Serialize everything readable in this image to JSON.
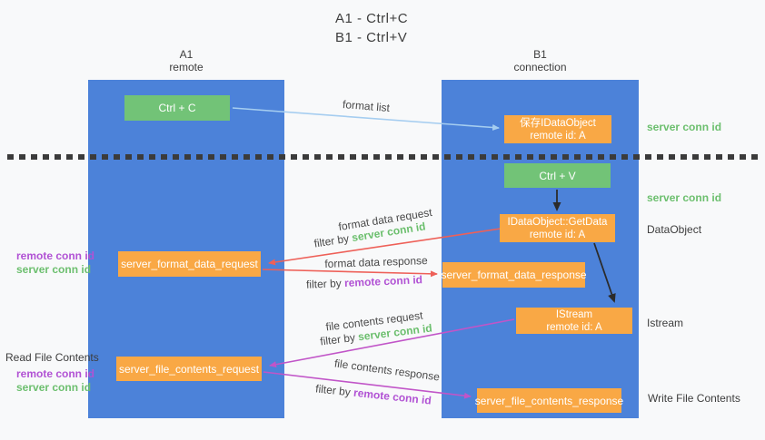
{
  "title": {
    "line1": "A1 - Ctrl+C",
    "line2": "B1 - Ctrl+V"
  },
  "columns": {
    "left": {
      "name": "A1",
      "subtitle": "remote"
    },
    "right": {
      "name": "B1",
      "subtitle": "connection"
    }
  },
  "nodes": {
    "ctrl_c": "Ctrl + C",
    "save_idataobject": {
      "line1": "保存IDataObject",
      "line2": "remote id: A"
    },
    "ctrl_v": "Ctrl + V",
    "getdata": {
      "line1": "IDataObject::GetData",
      "line2": "remote id: A"
    },
    "format_request": "server_format_data_request",
    "format_response": "server_format_data_response",
    "istream": {
      "line1": "IStream",
      "line2": "remote id: A"
    },
    "file_request": "server_file_contents_request",
    "file_response": "server_file_contents_response"
  },
  "arrow_labels": {
    "format_list": "format list",
    "format_data_request": "format data request",
    "format_data_response": "format data response",
    "file_contents_request": "file contents request",
    "file_contents_response": "file contents response",
    "filter_by": "filter by ",
    "server_conn_id": "server conn id",
    "remote_conn_id": "remote conn id"
  },
  "side_labels": {
    "server_conn_id_top": "server conn id",
    "server_conn_id_mid": "server conn id",
    "dataobject": "DataObject",
    "istream": "Istream",
    "write_file_contents": "Write File Contents",
    "read_file_contents": "Read File Contents",
    "remote_conn_id": "remote conn id",
    "server_conn_id": "server conn id"
  },
  "colors": {
    "bg": "#f8f9fa",
    "column_blue": "#4c82d9",
    "node_green": "#72c377",
    "node_orange": "#f9a845",
    "arrow_blue": "#a5cdf0",
    "arrow_red": "#ee6058",
    "arrow_magenta": "#c155c8",
    "arrow_black": "#2b2b2b",
    "text_green": "#6cbf6e",
    "text_purple": "#b152d4",
    "text_dark": "#3d3d3d"
  }
}
